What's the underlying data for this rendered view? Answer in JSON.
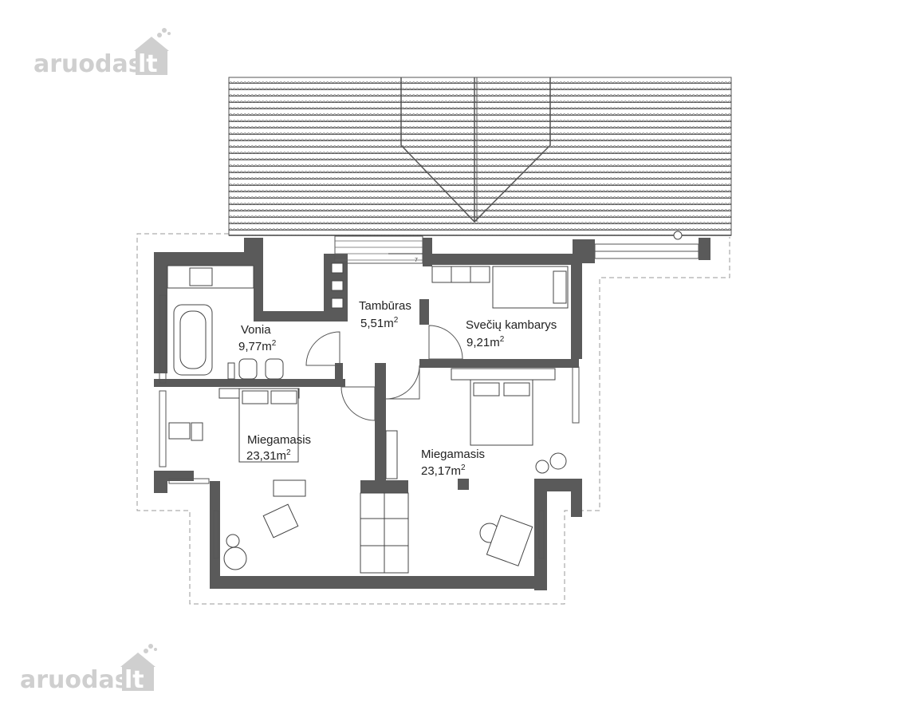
{
  "watermark": {
    "brand": "aruodas",
    "tld": "lt"
  },
  "rooms": [
    {
      "name": "Tambūras",
      "area": "5,51",
      "unit": "m",
      "sup": "2"
    },
    {
      "name": "Vonia",
      "area": "9,77",
      "unit": "m",
      "sup": "2"
    },
    {
      "name": "Svečių kambarys",
      "area": "9,21",
      "unit": "m",
      "sup": "2"
    },
    {
      "name": "Miegamasis",
      "area": "23,31",
      "unit": "m",
      "sup": "2"
    },
    {
      "name": "Miegamasis",
      "area": "23,17",
      "unit": "m",
      "sup": "2"
    }
  ],
  "stair_note": "7",
  "colors": {
    "wall": "#5a5a5a",
    "roof_lines": "#555555",
    "watermark": "#cfcfcf"
  }
}
